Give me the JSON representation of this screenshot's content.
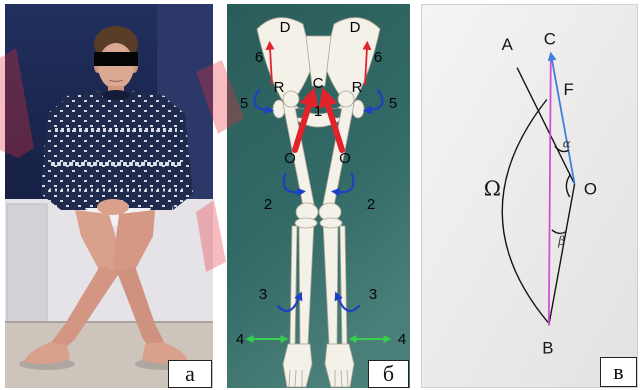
{
  "figure": {
    "panel_a": {
      "label": "а"
    },
    "panel_b": {
      "label": "б",
      "labels": {
        "d_left": "D",
        "d_right": "D",
        "six_left": "6",
        "six_right": "6",
        "r_left": "R",
        "r_right": "R",
        "c_center": "C",
        "one_center": "1",
        "five_left": "5",
        "five_right": "5",
        "o_left": "O",
        "o_right": "O",
        "two_left": "2",
        "two_right": "2",
        "three_left": "3",
        "three_right": "3",
        "four_left": "4",
        "four_right": "4"
      }
    },
    "panel_c": {
      "label": "в",
      "labels": {
        "a": "A",
        "c": "C",
        "f": "F",
        "omega": "Ω",
        "o": "O",
        "b": "B",
        "alpha": "α",
        "beta": "β"
      }
    }
  },
  "colors": {
    "red_arrow": "#e3232c",
    "blue_arrow": "#1d3fc4",
    "green_arrow": "#35d04e",
    "skeleton_background": "#2e6360",
    "line_blue": "#3d7fe0",
    "line_magenta": "#cf4fd8",
    "watermark": "#e8303a"
  }
}
